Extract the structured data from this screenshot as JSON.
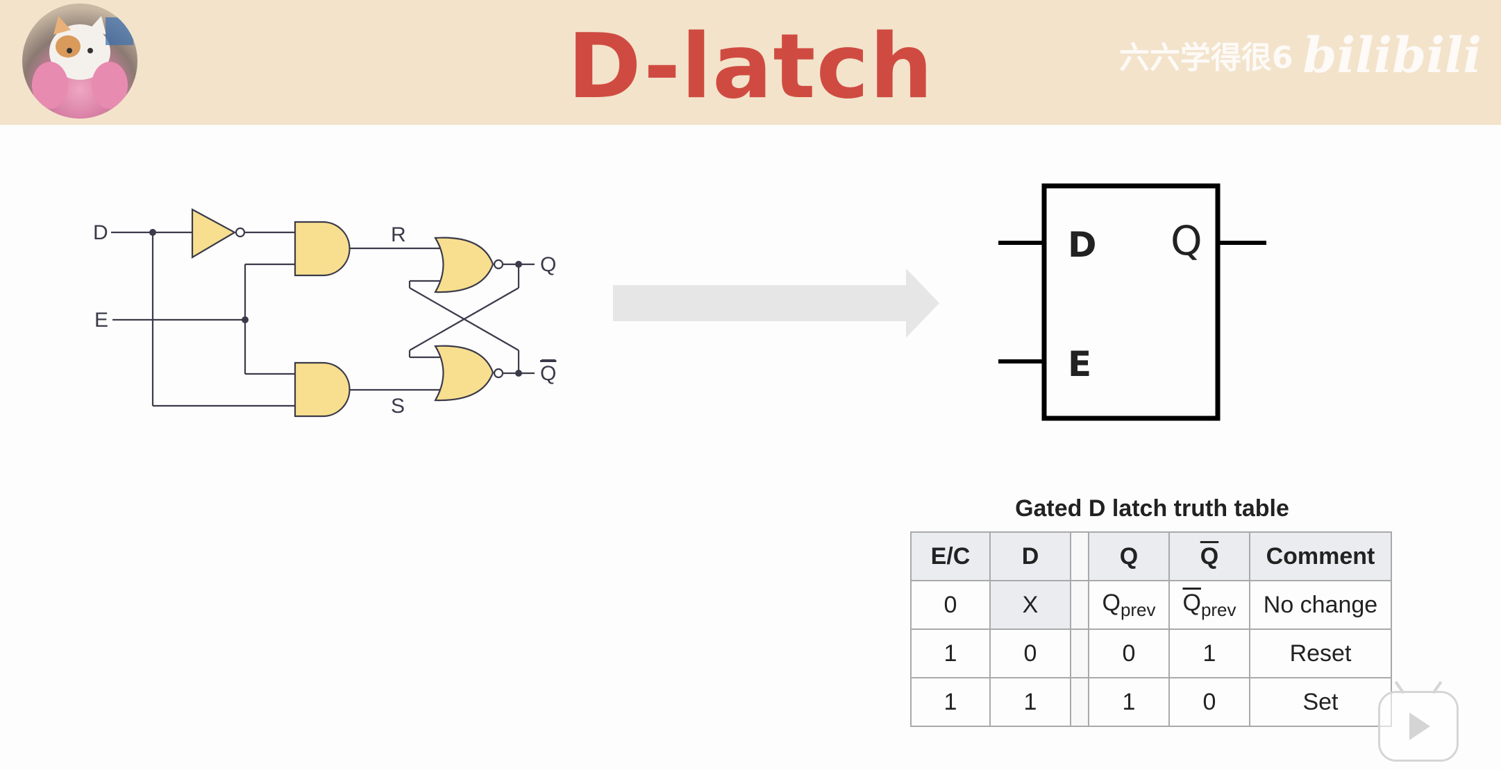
{
  "header": {
    "title": "D-latch",
    "watermark_text": "六六学得很6",
    "watermark_brand": "bilibili"
  },
  "circuit": {
    "inputs": [
      "D",
      "E"
    ],
    "internal_labels": [
      "R",
      "S"
    ],
    "outputs": [
      "Q",
      "Q"
    ],
    "gate_color": "#f7df8f"
  },
  "block": {
    "pins": [
      "D",
      "E",
      "Q"
    ]
  },
  "truth_table": {
    "caption": "Gated D latch truth table",
    "headers": [
      "E/C",
      "D",
      "Q",
      "Q",
      "Comment"
    ],
    "rows": [
      {
        "ec": "0",
        "d": "X",
        "q": "Q",
        "q_sub": "prev",
        "qbar": "Q",
        "qbar_sub": "prev",
        "comment": "No change"
      },
      {
        "ec": "1",
        "d": "0",
        "q": "0",
        "qbar": "1",
        "comment": "Reset"
      },
      {
        "ec": "1",
        "d": "1",
        "q": "1",
        "qbar": "0",
        "comment": "Set"
      }
    ]
  },
  "colors": {
    "header_bg": "#f3e3cb",
    "title": "#cf4b41",
    "arrow": "#e6e6e6"
  }
}
